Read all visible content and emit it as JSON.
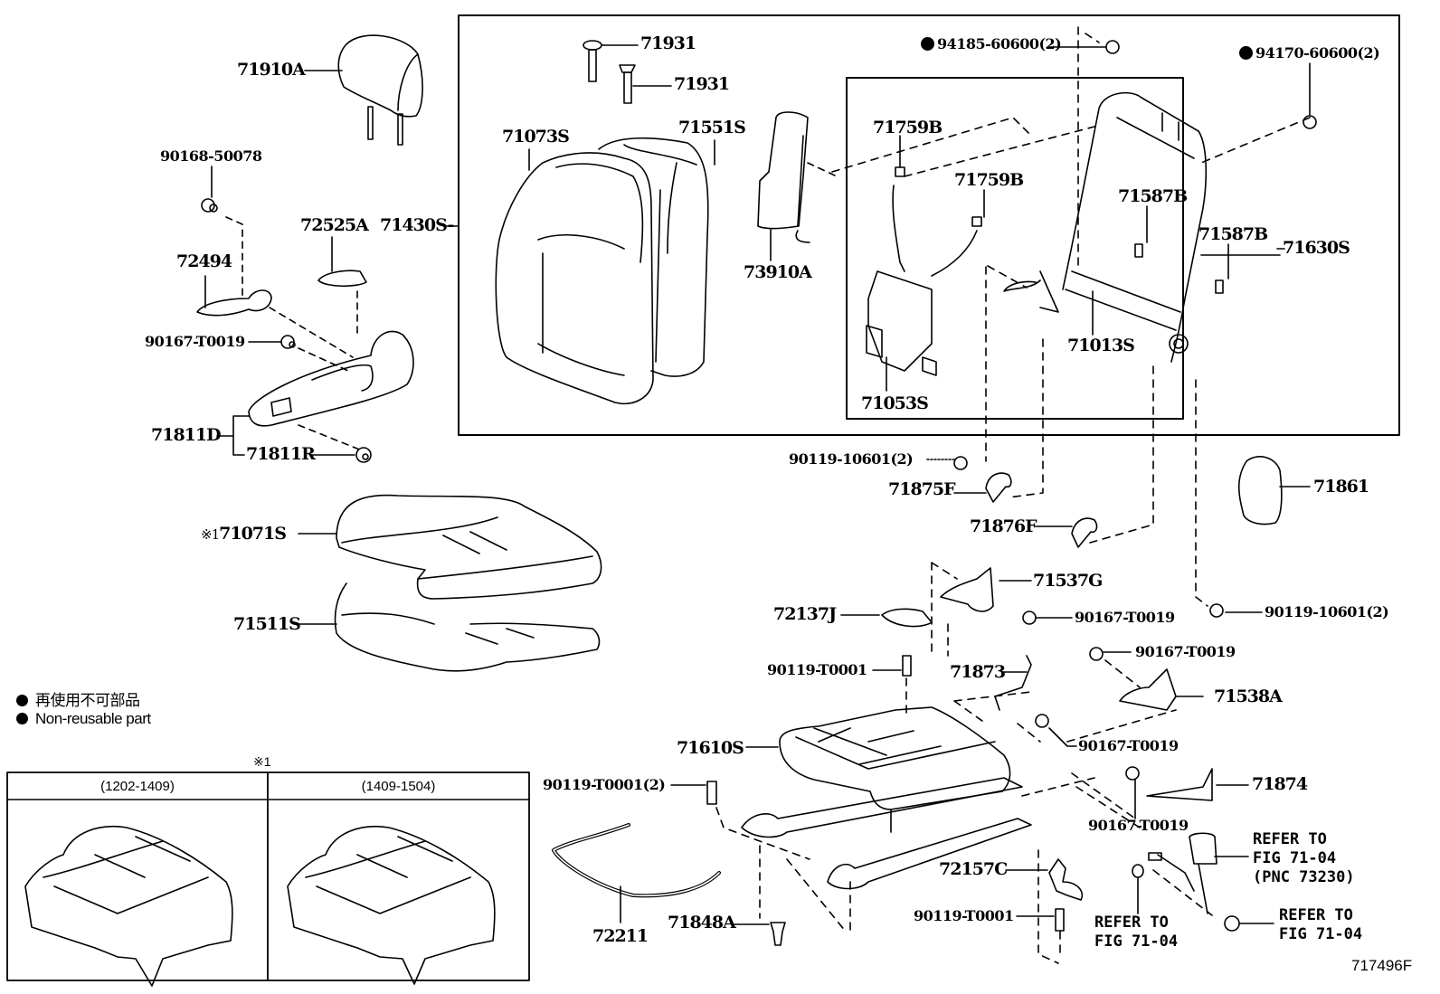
{
  "figure": {
    "figure_code": "717496F",
    "legend": {
      "jp": "再使用不可部品",
      "en": "Non-reusable part"
    },
    "variant_table": {
      "note_mark": "※1",
      "columns": [
        {
          "range": "(1202-1409)"
        },
        {
          "range": "(1409-1504)"
        }
      ]
    }
  },
  "parts": {
    "p71910A": "71910A",
    "p90168_50078": "90168-50078",
    "p72525A": "72525A",
    "p71430S": "71430S-",
    "p72494": "72494",
    "p90167_T0019_a": "90167-T0019",
    "p71811D": "71811D",
    "p71811R": "71811R",
    "p71071S": "71071S",
    "p71071S_mark": "※1",
    "p71511S": "71511S",
    "p71931_a": "71931",
    "p71931_b": "71931",
    "p71073S": "71073S",
    "p71551S": "71551S",
    "p73910A": "73910A",
    "p94185": "94185-60600(2)",
    "p94170": "94170-60600(2)",
    "p71759B_a": "71759B",
    "p71759B_b": "71759B",
    "p71587B_a": "71587B",
    "p71587B_b": "71587B",
    "p71630S": "71630S",
    "p71013S": "71013S",
    "p71053S": "71053S",
    "p90119_10601_a": "90119-10601(2)",
    "p71875F": "71875F",
    "p71876F": "71876F",
    "p71861": "71861",
    "p71537G": "71537G",
    "p72137J": "72137J",
    "p90167_T0019_b": "90167-T0019",
    "p90119_10601_b": "90119-10601(2)",
    "p90119_T0001_a": "90119-T0001",
    "p71873": "71873",
    "p90167_T0019_c": "90167-T0019",
    "p71538A": "71538A",
    "p71610S": "71610S",
    "p90167_T0019_d": "90167-T0019",
    "p90119_T0001_2": "90119-T0001(2)",
    "p71874": "71874",
    "p90167_T0019_e": "90167-T0019",
    "p72211": "72211",
    "p71848A": "71848A",
    "p72157C": "72157C",
    "p90119_T0001_b": "90119-T0001",
    "ref_buckle": "REFER TO\nFIG 71-04\n(PNC 73230)",
    "ref_a": "REFER TO\nFIG 71-04",
    "ref_b": "REFER TO\nFIG 71-04"
  }
}
